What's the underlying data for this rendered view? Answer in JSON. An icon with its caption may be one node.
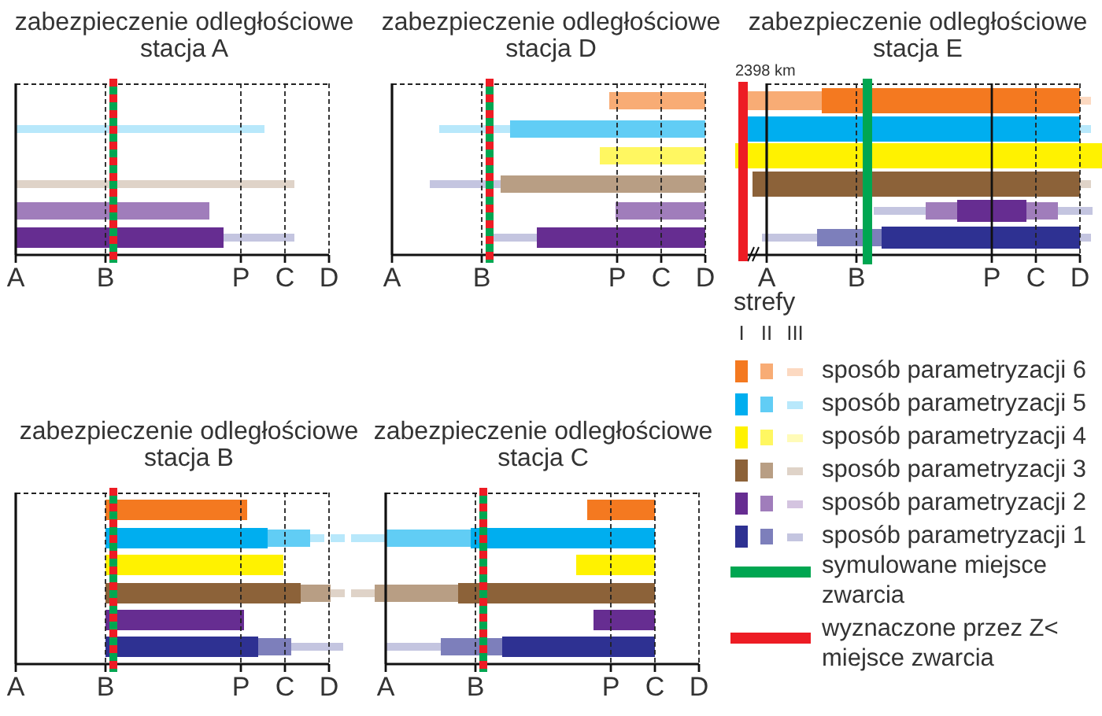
{
  "diagram": {
    "nodes": [
      {
        "text": [
          "zabezpieczenie odległościowe stacja A"
        ]
      },
      {
        "text": [
          "zabezpieczenie odległościowe stacja D"
        ]
      },
      {
        "text": [
          "zabezpieczenie odległościowe stacja E"
        ]
      },
      {
        "text": [
          "zabezpieczenie odległościowe stacja B"
        ]
      },
      {
        "text": [
          "zabezpieczenie odległościowe stacja C"
        ]
      }
    ],
    "labels": [
      "2398 km",
      "A",
      "B",
      "P",
      "C",
      "D",
      "A",
      "B",
      "P",
      "C",
      "D",
      "A",
      "B",
      "P",
      "C",
      "D",
      "strefy",
      "I",
      "II",
      "III",
      "A",
      "B",
      "P",
      "C",
      "D",
      "A",
      "B",
      "P",
      "C",
      "D"
    ],
    "legend": [
      {
        "text": "sposób parametryzacji 6",
        "color": "#f47920"
      },
      {
        "text": "sposób parametryzacji 5",
        "color": "#00aeef"
      },
      {
        "text": "sposób parametryzacji 4",
        "color": "#fff200"
      },
      {
        "text": "sposób parametryzacji 3",
        "color": "#8c6239"
      },
      {
        "text": "sposób parametryzacji 2",
        "color": "#662d91"
      },
      {
        "text": "sposób parametryzacji 1",
        "color": "#2e3192"
      },
      {
        "text": "symulowane miejsce zwarcia",
        "color": "#00a651"
      },
      {
        "text": "wyznaczone przez Z< miejsce zwarcia",
        "color": "#ed1c24"
      }
    ]
  }
}
